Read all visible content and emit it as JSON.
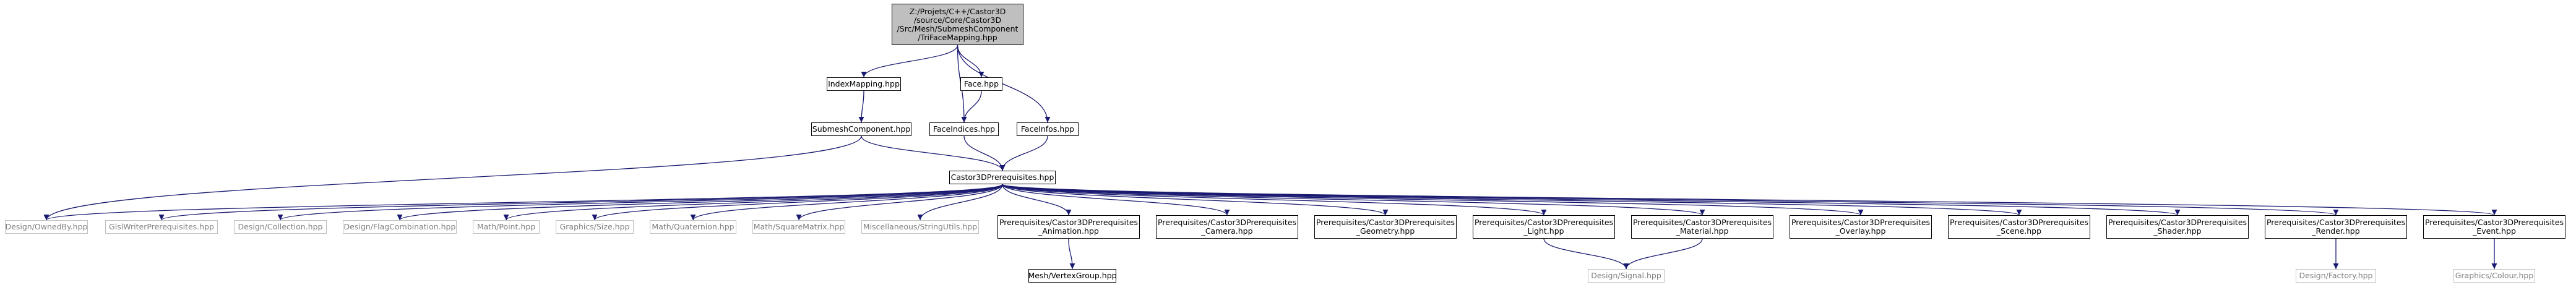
{
  "diagram": {
    "type": "include-dependency-graph",
    "nodes": {
      "root": {
        "label": "Z:/Projets/C++/Castor3D\n/source/Core/Castor3D\n/Src/Mesh/SubmeshComponent\n/TriFaceMapping.hpp",
        "style": "root"
      },
      "indexmapping": {
        "label": "IndexMapping.hpp",
        "style": "normal"
      },
      "face": {
        "label": "Face.hpp",
        "style": "normal"
      },
      "submeshcomponent": {
        "label": "SubmeshComponent.hpp",
        "style": "normal"
      },
      "faceindices": {
        "label": "FaceIndices.hpp",
        "style": "normal"
      },
      "faceinfos": {
        "label": "FaceInfos.hpp",
        "style": "normal"
      },
      "castor3dprereq": {
        "label": "Castor3DPrerequisites.hpp",
        "style": "normal"
      },
      "ownedby": {
        "label": "Design/OwnedBy.hpp",
        "style": "gray"
      },
      "glslwriter": {
        "label": "GlslWriterPrerequisites.hpp",
        "style": "gray"
      },
      "collection": {
        "label": "Design/Collection.hpp",
        "style": "gray"
      },
      "flagcombination": {
        "label": "Design/FlagCombination.hpp",
        "style": "gray"
      },
      "point": {
        "label": "Math/Point.hpp",
        "style": "gray"
      },
      "size": {
        "label": "Graphics/Size.hpp",
        "style": "gray"
      },
      "quaternion": {
        "label": "Math/Quaternion.hpp",
        "style": "gray"
      },
      "squarematrix": {
        "label": "Math/SquareMatrix.hpp",
        "style": "gray"
      },
      "stringutils": {
        "label": "Miscellaneous/StringUtils.hpp",
        "style": "gray"
      },
      "animation": {
        "label": "Prerequisites/Castor3DPrerequisites\n_Animation.hpp",
        "style": "normal"
      },
      "camera": {
        "label": "Prerequisites/Castor3DPrerequisites\n_Camera.hpp",
        "style": "normal"
      },
      "geometry": {
        "label": "Prerequisites/Castor3DPrerequisites\n_Geometry.hpp",
        "style": "normal"
      },
      "light": {
        "label": "Prerequisites/Castor3DPrerequisites\n_Light.hpp",
        "style": "normal"
      },
      "material": {
        "label": "Prerequisites/Castor3DPrerequisites\n_Material.hpp",
        "style": "normal"
      },
      "overlay": {
        "label": "Prerequisites/Castor3DPrerequisites\n_Overlay.hpp",
        "style": "normal"
      },
      "scene": {
        "label": "Prerequisites/Castor3DPrerequisites\n_Scene.hpp",
        "style": "normal"
      },
      "shader": {
        "label": "Prerequisites/Castor3DPrerequisites\n_Shader.hpp",
        "style": "normal"
      },
      "render": {
        "label": "Prerequisites/Castor3DPrerequisites\n_Render.hpp",
        "style": "normal"
      },
      "event": {
        "label": "Prerequisites/Castor3DPrerequisites\n_Event.hpp",
        "style": "normal"
      },
      "vertexgroup": {
        "label": "Mesh/VertexGroup.hpp",
        "style": "normal"
      },
      "signal": {
        "label": "Design/Signal.hpp",
        "style": "gray"
      },
      "factory": {
        "label": "Design/Factory.hpp",
        "style": "gray"
      },
      "colour": {
        "label": "Graphics/Colour.hpp",
        "style": "gray"
      }
    },
    "edges": [
      [
        "root",
        "indexmapping"
      ],
      [
        "root",
        "face"
      ],
      [
        "root",
        "faceindices"
      ],
      [
        "root",
        "faceinfos"
      ],
      [
        "indexmapping",
        "submeshcomponent"
      ],
      [
        "face",
        "faceindices"
      ],
      [
        "submeshcomponent",
        "castor3dprereq"
      ],
      [
        "submeshcomponent",
        "ownedby"
      ],
      [
        "faceindices",
        "castor3dprereq"
      ],
      [
        "faceinfos",
        "castor3dprereq"
      ],
      [
        "castor3dprereq",
        "ownedby"
      ],
      [
        "castor3dprereq",
        "glslwriter"
      ],
      [
        "castor3dprereq",
        "collection"
      ],
      [
        "castor3dprereq",
        "flagcombination"
      ],
      [
        "castor3dprereq",
        "point"
      ],
      [
        "castor3dprereq",
        "size"
      ],
      [
        "castor3dprereq",
        "quaternion"
      ],
      [
        "castor3dprereq",
        "squarematrix"
      ],
      [
        "castor3dprereq",
        "stringutils"
      ],
      [
        "castor3dprereq",
        "animation"
      ],
      [
        "castor3dprereq",
        "camera"
      ],
      [
        "castor3dprereq",
        "geometry"
      ],
      [
        "castor3dprereq",
        "light"
      ],
      [
        "castor3dprereq",
        "material"
      ],
      [
        "castor3dprereq",
        "overlay"
      ],
      [
        "castor3dprereq",
        "scene"
      ],
      [
        "castor3dprereq",
        "shader"
      ],
      [
        "castor3dprereq",
        "render"
      ],
      [
        "castor3dprereq",
        "event"
      ],
      [
        "animation",
        "vertexgroup"
      ],
      [
        "light",
        "signal"
      ],
      [
        "material",
        "signal"
      ],
      [
        "render",
        "factory"
      ],
      [
        "event",
        "colour"
      ]
    ],
    "colors": {
      "edge": "#191970",
      "node_border": "#000000",
      "external_border": "#bfbfbf",
      "external_text": "#808080",
      "root_fill": "#bfbfbf"
    }
  }
}
